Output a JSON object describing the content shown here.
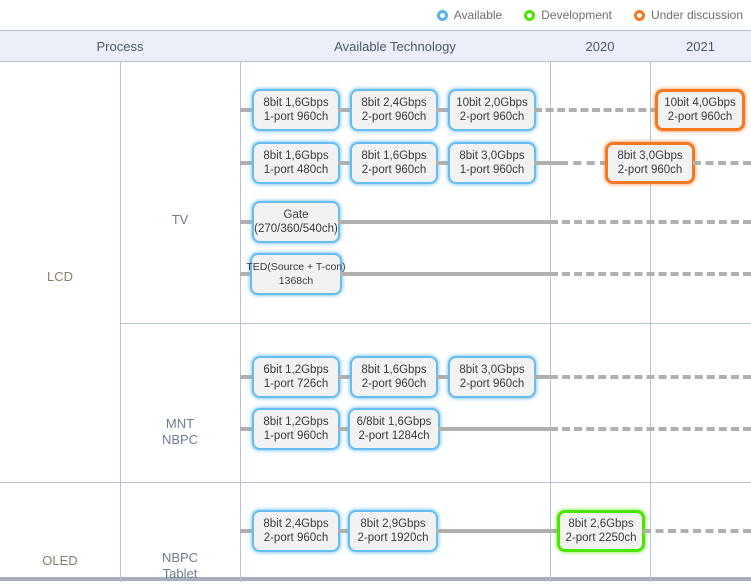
{
  "legend": {
    "items": [
      {
        "icon": "circle-icon",
        "label": "Available",
        "color": "#56b4ea",
        "key": "blue"
      },
      {
        "icon": "circle-icon",
        "label": "Development",
        "color": "#4ce600",
        "key": "green"
      },
      {
        "icon": "circle-icon",
        "label": "Under discussion",
        "color": "#f4781f",
        "key": "orange"
      }
    ]
  },
  "header": {
    "process": "Process",
    "available_technology": "Available Technology",
    "year_2020": "2020",
    "year_2021": "2021"
  },
  "groups": {
    "lcd": "LCD",
    "oled": "OLED",
    "tv": "TV",
    "mnt": "MNT",
    "nbpc": "NBPC",
    "nbpc2": "NBPC",
    "tablet": "Tablet"
  },
  "rows": [
    {
      "id": "tv-row-1",
      "nodes": [
        {
          "l1": "8bit 1,6Gbps",
          "l2": "1-port 960ch",
          "status": "blue"
        },
        {
          "l1": "8bit 2,4Gbps",
          "l2": "2-port 960ch",
          "status": "blue"
        },
        {
          "l1": "10bit 2,0Gbps",
          "l2": "2-port 960ch",
          "status": "blue"
        },
        {
          "l1": "10bit 4,0Gbps",
          "l2": "2-port 960ch",
          "status": "orange"
        }
      ]
    },
    {
      "id": "tv-row-2",
      "nodes": [
        {
          "l1": "8bit 1,6Gbps",
          "l2": "1-port 480ch",
          "status": "blue"
        },
        {
          "l1": "8bit 1,6Gbps",
          "l2": "2-port 960ch",
          "status": "blue"
        },
        {
          "l1": "8bit 3,0Gbps",
          "l2": "1-port 960ch",
          "status": "blue"
        },
        {
          "l1": "8bit 3,0Gbps",
          "l2": "2-port 960ch",
          "status": "orange"
        }
      ]
    },
    {
      "id": "tv-row-3",
      "nodes": [
        {
          "l1": "Gate",
          "l2": "(270/360/540ch)",
          "status": "blue"
        }
      ]
    },
    {
      "id": "tv-row-4",
      "nodes": [
        {
          "l1": "TED(Source + T-con)",
          "l2": "1368ch",
          "status": "blue"
        }
      ]
    },
    {
      "id": "mnt-row-1",
      "nodes": [
        {
          "l1": "6bit 1,2Gbps",
          "l2": "1-port 726ch",
          "status": "blue"
        },
        {
          "l1": "8bit 1,6Gbps",
          "l2": "2-port 960ch",
          "status": "blue"
        },
        {
          "l1": "8bit 3,0Gbps",
          "l2": "2-port 960ch",
          "status": "blue"
        }
      ]
    },
    {
      "id": "mnt-row-2",
      "nodes": [
        {
          "l1": "8bit 1,2Gbps",
          "l2": "1-port 960ch",
          "status": "blue"
        },
        {
          "l1": "6/8bit 1,6Gbps",
          "l2": "2-port 1284ch",
          "status": "blue"
        }
      ]
    },
    {
      "id": "oled-row-1",
      "nodes": [
        {
          "l1": "8bit 2,4Gbps",
          "l2": "2-port 960ch",
          "status": "blue"
        },
        {
          "l1": "8bit 2,9Gbps",
          "l2": "2-port 1920ch",
          "status": "blue"
        },
        {
          "l1": "8bit 2,6Gbps",
          "l2": "2-port 2250ch",
          "status": "green"
        }
      ]
    }
  ]
}
